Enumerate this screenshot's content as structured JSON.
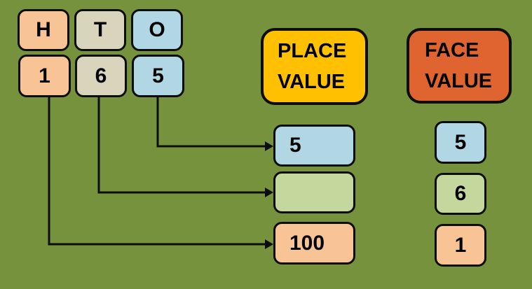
{
  "background_color": "#77923D",
  "border_color": "#0d0d0d",
  "digit_grid": {
    "columns": [
      {
        "header": "H",
        "digit": "1",
        "color": "#F8C495"
      },
      {
        "header": "T",
        "digit": "6",
        "color": "#D9D4BC"
      },
      {
        "header": "O",
        "digit": "5",
        "color": "#B2D7E4"
      }
    ]
  },
  "place_value": {
    "title_line1": "PLACE",
    "title_line2": "VALUE",
    "header_color": "#FEC000",
    "boxes": [
      {
        "value": "5",
        "color": "#B2D7E4"
      },
      {
        "value": "",
        "color": "#C4D89E"
      },
      {
        "value": "100",
        "color": "#F8C495"
      }
    ]
  },
  "face_value": {
    "title_line1": "FACE",
    "title_line2": "VALUE",
    "header_color": "#E0642F",
    "boxes": [
      {
        "value": "5",
        "color": "#B2D7E4"
      },
      {
        "value": "6",
        "color": "#C4D89E"
      },
      {
        "value": "1",
        "color": "#F8C495"
      }
    ]
  }
}
